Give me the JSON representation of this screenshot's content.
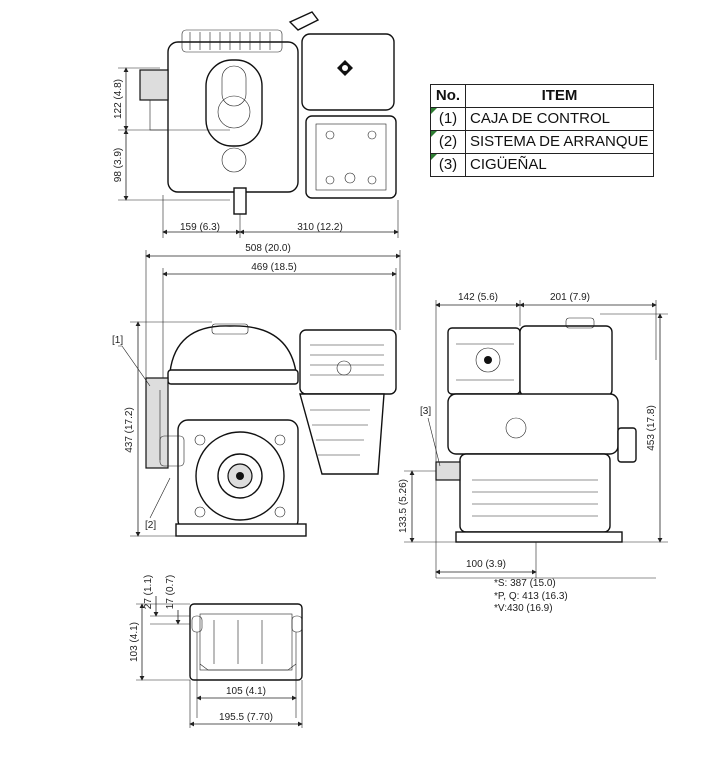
{
  "legend": {
    "header_no": "No.",
    "header_item": "ITEM",
    "rows": [
      {
        "no": "(1)",
        "item": "CAJA DE CONTROL"
      },
      {
        "no": "(2)",
        "item": "SISTEMA DE ARRANQUE"
      },
      {
        "no": "(3)",
        "item": "CIGÜEÑAL"
      }
    ]
  },
  "top_view": {
    "dim_height_upper": "122 (4.8)",
    "dim_height_lower": "98 (3.9)",
    "dim_width_left": "159 (6.3)",
    "dim_width_right": "310 (12.2)"
  },
  "front_view": {
    "dim_total_width": "508 (20.0)",
    "dim_width": "469 (18.5)",
    "dim_height": "437 (17.2)",
    "callout_1": "[1]",
    "callout_2": "[2]"
  },
  "side_view": {
    "dim_left": "142 (5.6)",
    "dim_right": "201 (7.9)",
    "dim_height": "453 (17.8)",
    "dim_shaft_height": "133.5 (5.26)",
    "dim_shaft_offset": "100 (3.9)",
    "callout_3": "[3]",
    "notes": [
      "*S: 387 (15.0)",
      "*P, Q: 413 (16.3)",
      "*V:430 (16.9)"
    ]
  },
  "base_view": {
    "dim_27": "27 (1.1)",
    "dim_17": "17 (0.7)",
    "dim_103": "103 (4.1)",
    "dim_105": "105 (4.1)",
    "dim_195": "195.5 (7.70)"
  },
  "colors": {
    "line": "#222222",
    "legend_marker": "#2e7d32"
  }
}
